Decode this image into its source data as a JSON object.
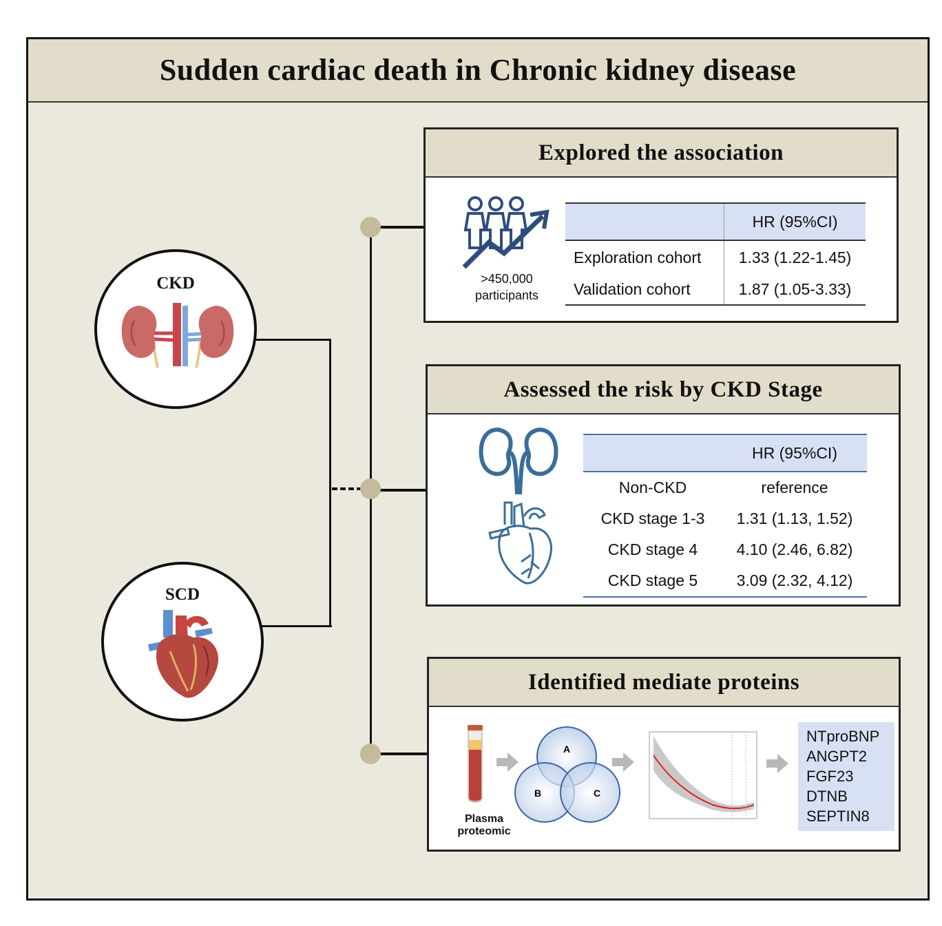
{
  "main_title": "Sudden cardiac death in Chronic kidney disease",
  "circles": {
    "ckd": {
      "label": "CKD"
    },
    "scd": {
      "label": "SCD"
    }
  },
  "panel1": {
    "title": "Explored the association",
    "participants_line1": ">450,000",
    "participants_line2": "participants",
    "table": {
      "header": "HR (95%CI)",
      "rows": [
        {
          "label": "Exploration cohort",
          "value": "1.33 (1.22-1.45)"
        },
        {
          "label": "Validation cohort",
          "value": "1.87 (1.05-3.33)"
        }
      ]
    }
  },
  "panel2": {
    "title": "Assessed the risk by CKD Stage",
    "table": {
      "header": "HR (95%CI)",
      "rows": [
        {
          "label": "Non-CKD",
          "value": "reference"
        },
        {
          "label": "CKD stage 1-3",
          "value": "1.31 (1.13, 1.52)"
        },
        {
          "label": "CKD stage 4",
          "value": "4.10 (2.46, 6.82)"
        },
        {
          "label": "CKD stage 5",
          "value": "3.09 (2.32, 4.12)"
        }
      ]
    }
  },
  "panel3": {
    "title": "Identified mediate proteins",
    "plasma_line1": "Plasma",
    "plasma_line2": "proteomic",
    "venn": [
      "A",
      "B",
      "C"
    ],
    "proteins": [
      "NTproBNP",
      "ANGPT2",
      "FGF23",
      "DTNB",
      "SEPTIN8"
    ]
  },
  "colors": {
    "frame_bg": "#ebe8dd",
    "header_bg": "#e2dccb",
    "table_header": "#d8e1f3",
    "icon_blue": "#2e4d7c",
    "connector_dot": "#c4bb9c"
  }
}
